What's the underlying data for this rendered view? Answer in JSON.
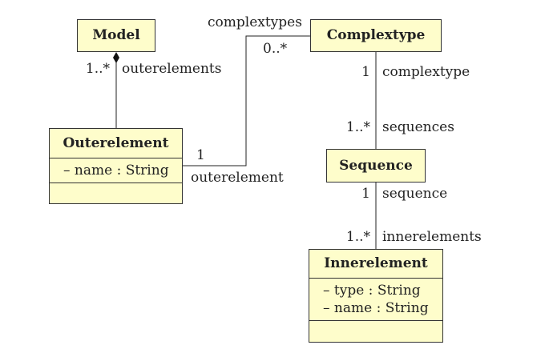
{
  "classes": {
    "model": {
      "name": "Model"
    },
    "complextype": {
      "name": "Complextype"
    },
    "outerelement": {
      "name": "Outerelement",
      "attributes": [
        "– name : String"
      ]
    },
    "sequence": {
      "name": "Sequence"
    },
    "innerelement": {
      "name": "Innerelement",
      "attributes": [
        "– type : String",
        "– name : String"
      ]
    }
  },
  "associations": {
    "model_outer": {
      "composition_end": "Model",
      "multiplicity": "1..*",
      "role": "outerelements"
    },
    "outer_complex": {
      "role_complextypes": "complextypes",
      "multiplicity_complextypes": "0..*",
      "multiplicity_outerelement": "1",
      "role_outerelement": "outerelement"
    },
    "complex_sequence": {
      "multiplicity_complextype": "1",
      "role_complextype": "complextype",
      "multiplicity_sequences": "1..*",
      "role_sequences": "sequences"
    },
    "sequence_inner": {
      "multiplicity_sequence": "1",
      "role_sequence": "sequence",
      "multiplicity_innerelements": "1..*",
      "role_innerelements": "innerelements"
    }
  }
}
